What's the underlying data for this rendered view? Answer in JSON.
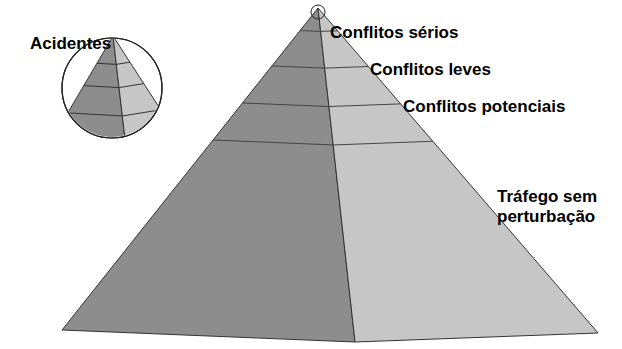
{
  "diagram": {
    "labels": [
      "Acidentes",
      "Conflitos sérios",
      "Conflitos leves",
      "Conflitos potenciais",
      "Tráfego sem perturbação"
    ]
  }
}
